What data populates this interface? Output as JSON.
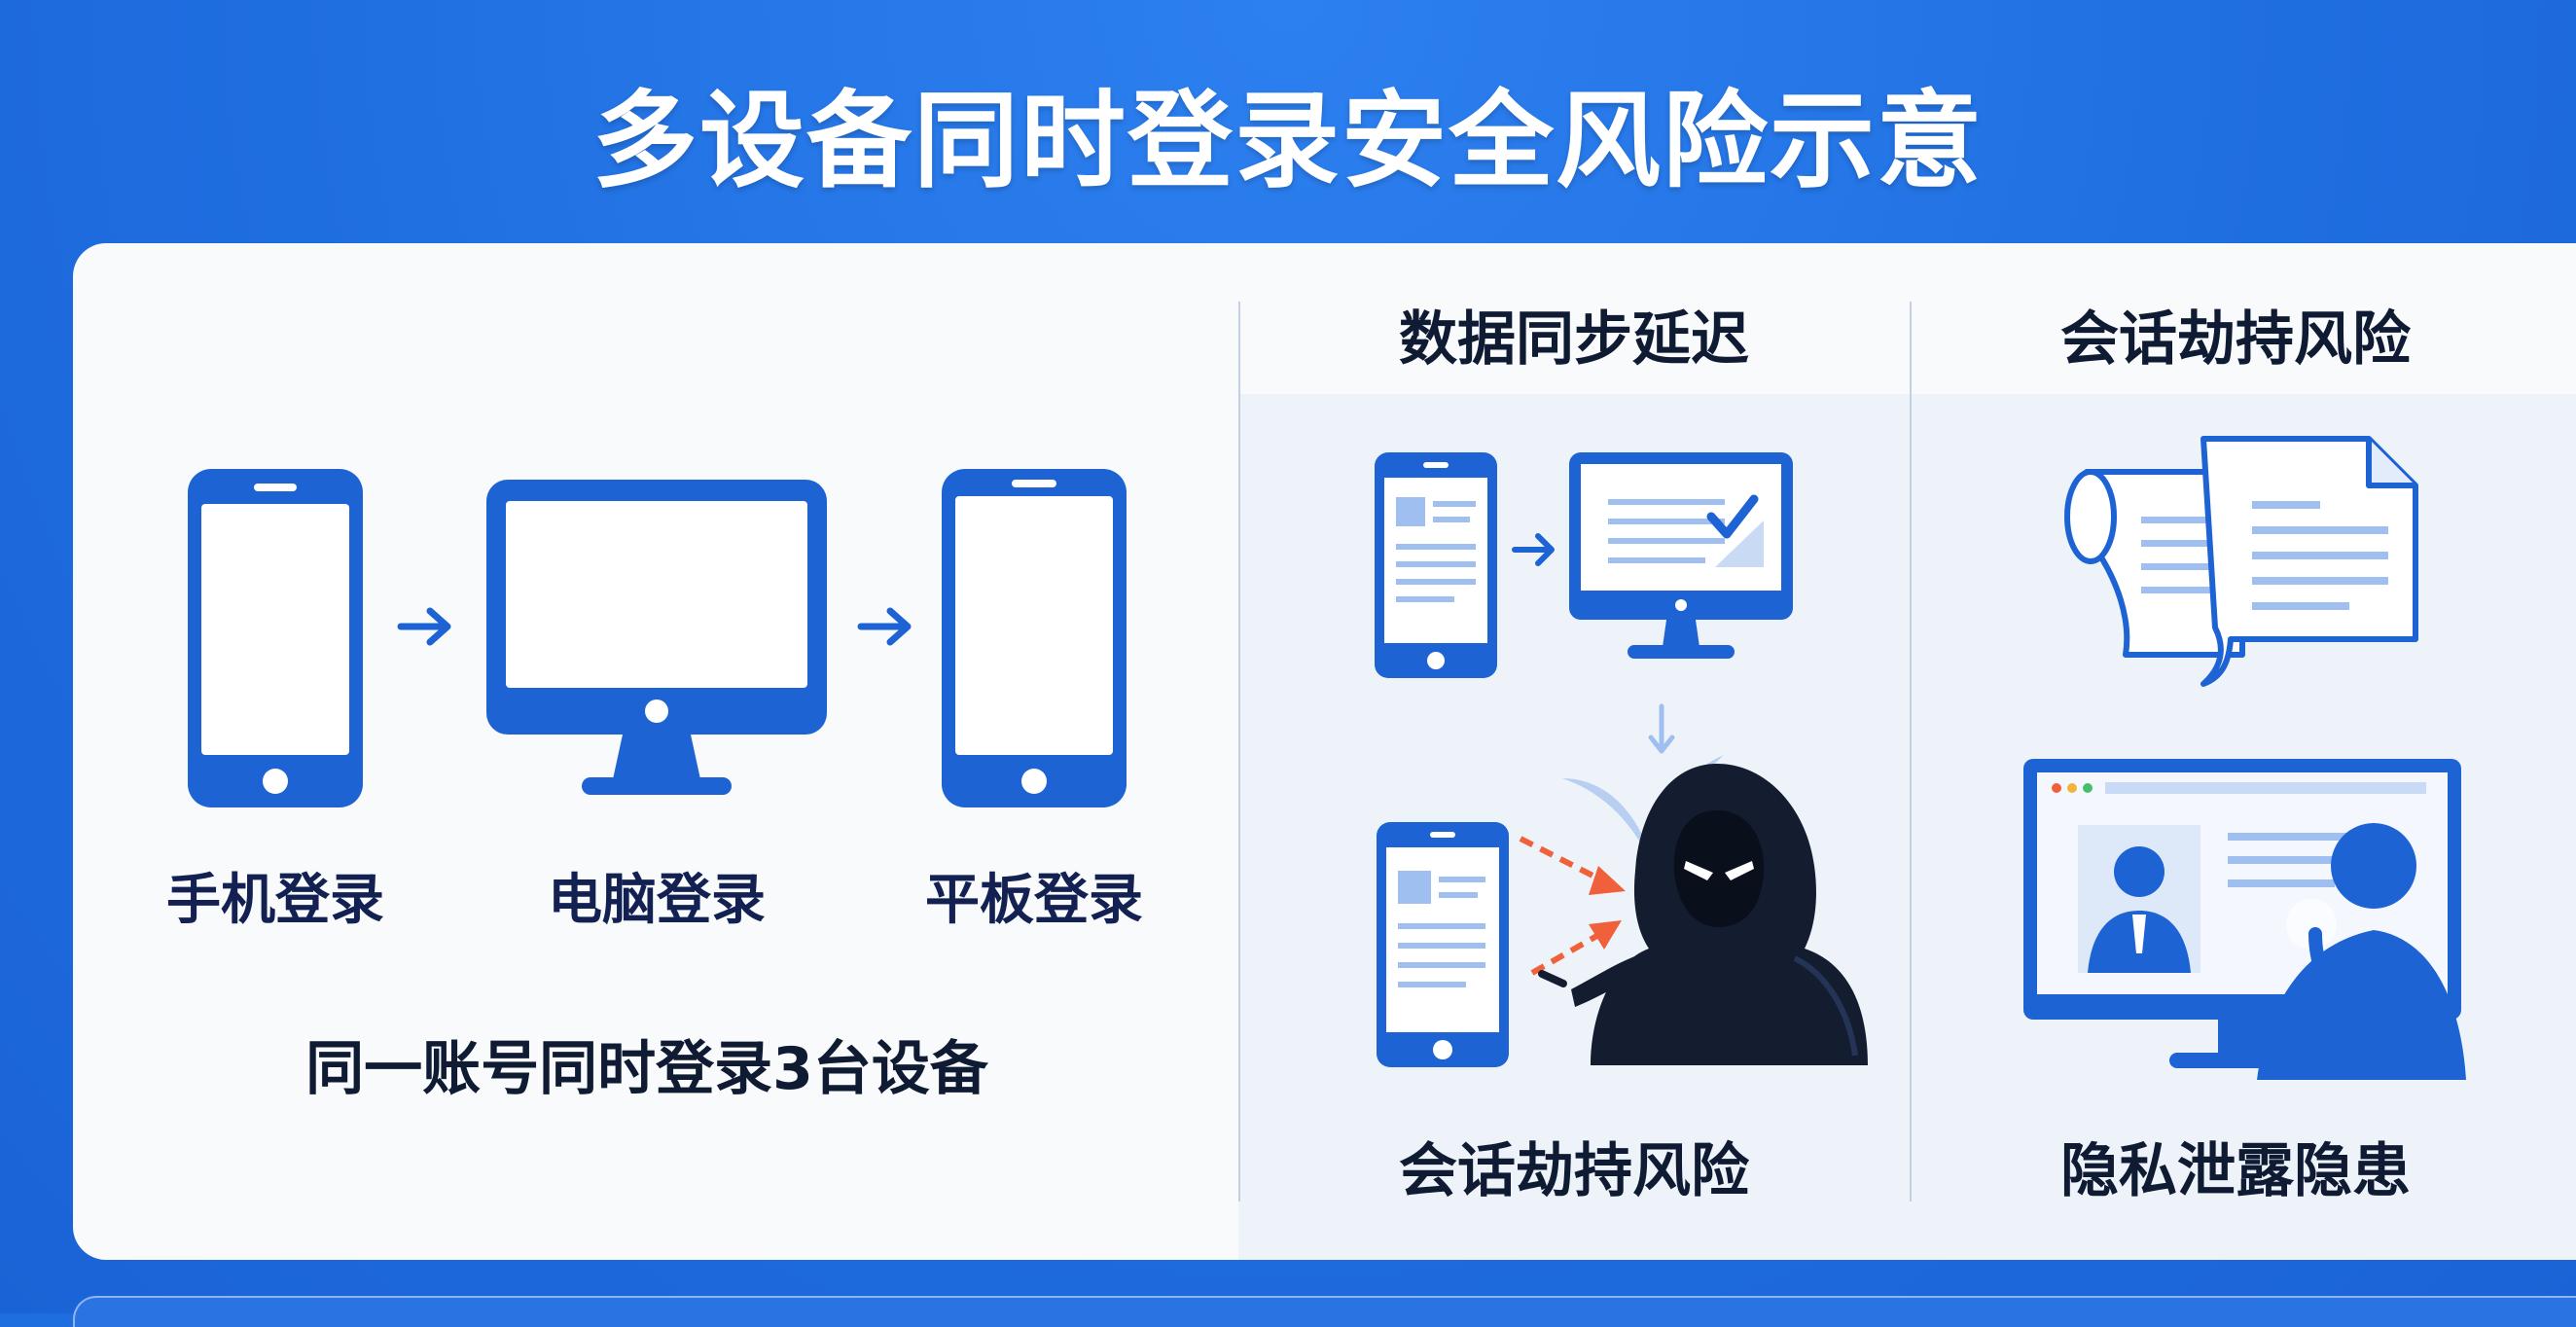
{
  "title": "多设备同时登录安全风险示意",
  "left_panel": {
    "devices": [
      {
        "label": "手机登录",
        "icon": "phone-icon"
      },
      {
        "label": "电脑登录",
        "icon": "monitor-icon"
      },
      {
        "label": "平板登录",
        "icon": "tablet-icon"
      }
    ],
    "summary": "同一账号同时登录3台设备"
  },
  "middle_panel": {
    "header": "数据同步延迟",
    "caption": "会话劫持风险"
  },
  "right_panel": {
    "header": "会话劫持风险",
    "caption": "隐私泄露隐患"
  },
  "colors": {
    "background": "#1f6ee0",
    "primary_blue": "#1e63d4",
    "light_blue": "#9fbff0",
    "hacker_dark": "#141c30",
    "alert_orange": "#f0603a",
    "text_dark": "#0f1a33"
  }
}
